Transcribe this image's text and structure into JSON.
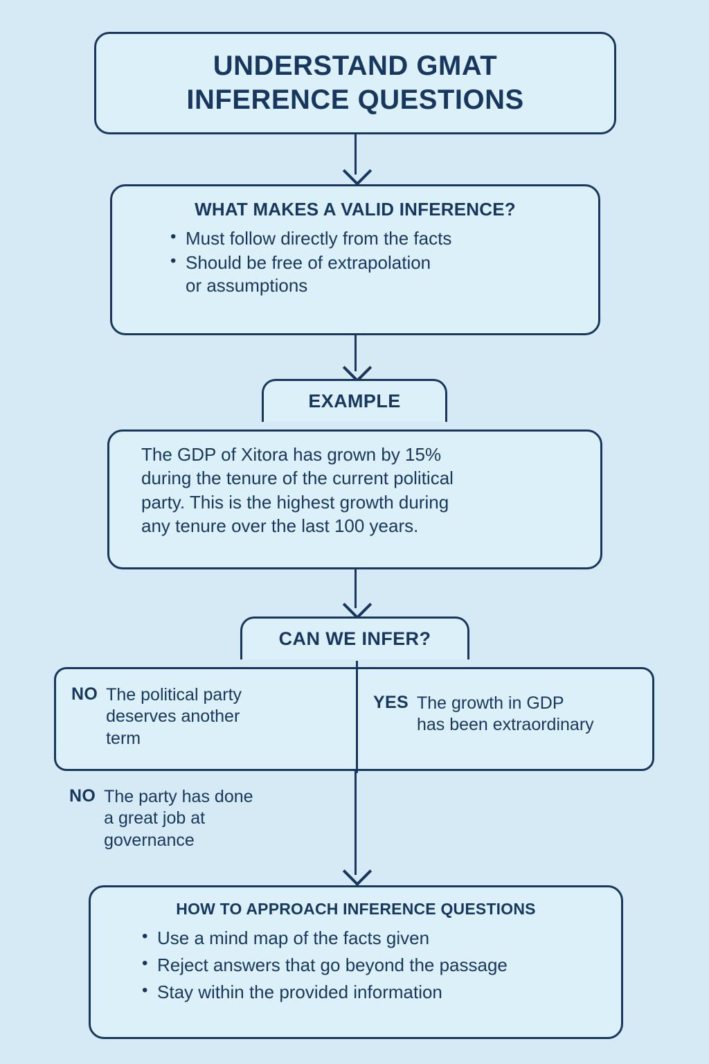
{
  "colors": {
    "background": "#d6eaf6",
    "box_fill": "#dcf0fa",
    "stroke": "#17375e",
    "text": "#17375e"
  },
  "title": {
    "text": "UNDERSTAND GMAT\nINFERENCE QUESTIONS"
  },
  "valid_inference": {
    "heading": "WHAT MAKES A VALID INFERENCE?",
    "bullets": [
      "Must follow directly from the facts",
      "Should be free of extrapolation\nor assumptions"
    ]
  },
  "example": {
    "tab_label": "EXAMPLE",
    "text": "The GDP of Xitora has grown by 15%\nduring the tenure of the current political\nparty. This is the highest growth during\nany tenure over the last 100 years."
  },
  "can_we_infer": {
    "tab_label": "CAN WE INFER?",
    "answers": [
      {
        "verdict": "NO",
        "text": "The political party\ndeserves another\nterm"
      },
      {
        "verdict": "YES",
        "text": "The growth in GDP\nhas been extraordinary"
      },
      {
        "verdict": "NO",
        "text": "The party has done\na great job at\ngovernance"
      }
    ]
  },
  "approach": {
    "heading": "HOW TO APPROACH INFERENCE QUESTIONS",
    "bullets": [
      "Use a mind map of the facts given",
      "Reject answers that go beyond the passage",
      "Stay within the provided information"
    ]
  }
}
